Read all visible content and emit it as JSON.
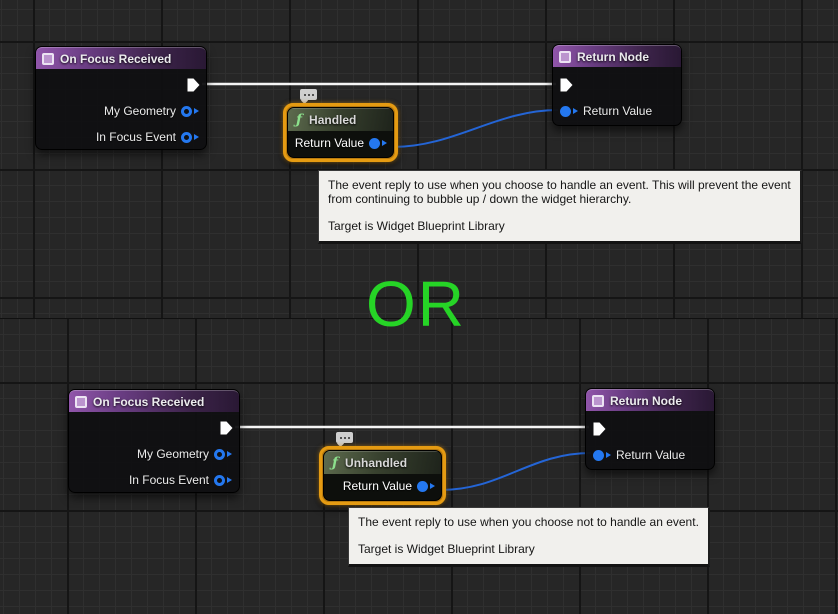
{
  "or_label": "OR",
  "colors": {
    "background": "#262626",
    "grid_minor": "#2f2f2f",
    "grid_major": "#151515",
    "event_header": "#9055aa",
    "function_header": "#5d6b4e",
    "selection_outline": "#e59b12",
    "pin_blue": "#2478f0",
    "exec_wire": "#f5f5f5",
    "data_wire": "#2465d6",
    "or_green": "#26d426",
    "tooltip_bg": "#f1f0ed"
  },
  "icons": {
    "event_node_icon": "event-square-icon",
    "function_icon": "f",
    "comment_icon": "comment-bubble-ellipsis"
  },
  "graphs": [
    {
      "event_node": {
        "title": "On Focus Received",
        "pins": [
          "My Geometry",
          "In Focus Event"
        ]
      },
      "function_node": {
        "title": "Handled",
        "return_label": "Return Value"
      },
      "return_node": {
        "title": "Return Node",
        "return_label": "Return Value"
      },
      "tooltip": {
        "body": "The event reply to use when you choose to handle an event.  This will prevent the event from continuing to bubble up / down the widget hierarchy.",
        "target": "Target is Widget Blueprint Library"
      }
    },
    {
      "event_node": {
        "title": "On Focus Received",
        "pins": [
          "My Geometry",
          "In Focus Event"
        ]
      },
      "function_node": {
        "title": "Unhandled",
        "return_label": "Return Value"
      },
      "return_node": {
        "title": "Return Node",
        "return_label": "Return Value"
      },
      "tooltip": {
        "body": "The event reply to use when you choose not to handle an event.",
        "target": "Target is Widget Blueprint Library"
      }
    }
  ]
}
